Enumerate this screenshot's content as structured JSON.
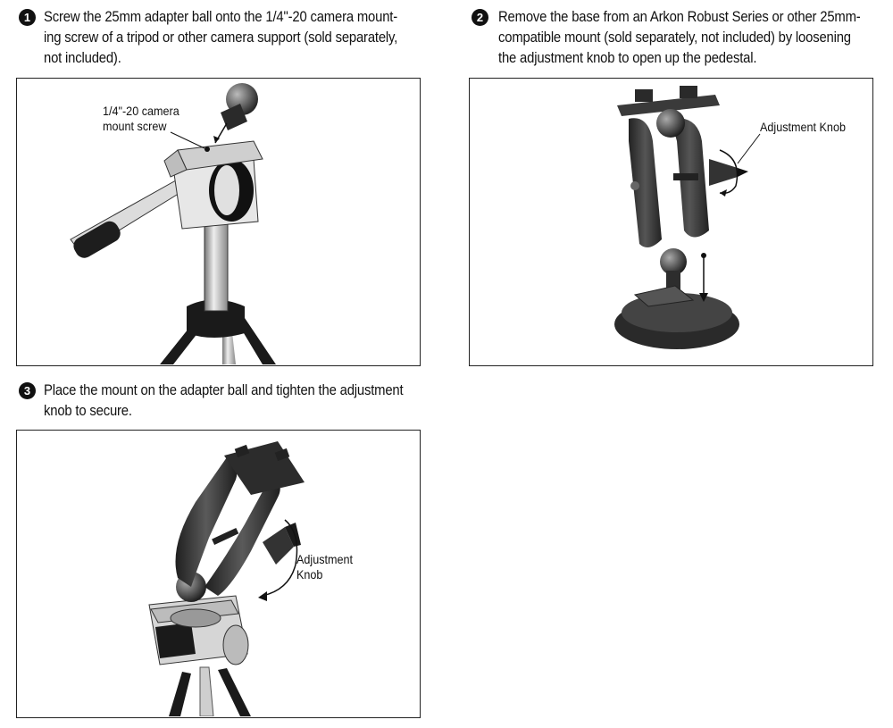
{
  "steps": [
    {
      "number": "1",
      "lines": [
        "Screw the 25mm adapter ball onto the 1/4\"-20 camera mount-",
        "ing screw of a tripod or other camera support (sold separately,",
        "not included)."
      ],
      "callout_lines": [
        "1/4\"-20 camera",
        "mount screw"
      ]
    },
    {
      "number": "2",
      "lines": [
        "Remove the base from an Arkon Robust Series or other 25mm-",
        "compatible mount (sold separately, not included) by loosening",
        "the adjustment knob to open up the pedestal."
      ],
      "callout_lines": [
        "Adjustment Knob"
      ]
    },
    {
      "number": "3",
      "lines": [
        "Place the mount on the adapter ball and tighten the adjustment",
        "knob to secure."
      ],
      "callout_lines": [
        "Adjustment",
        "Knob"
      ]
    }
  ]
}
